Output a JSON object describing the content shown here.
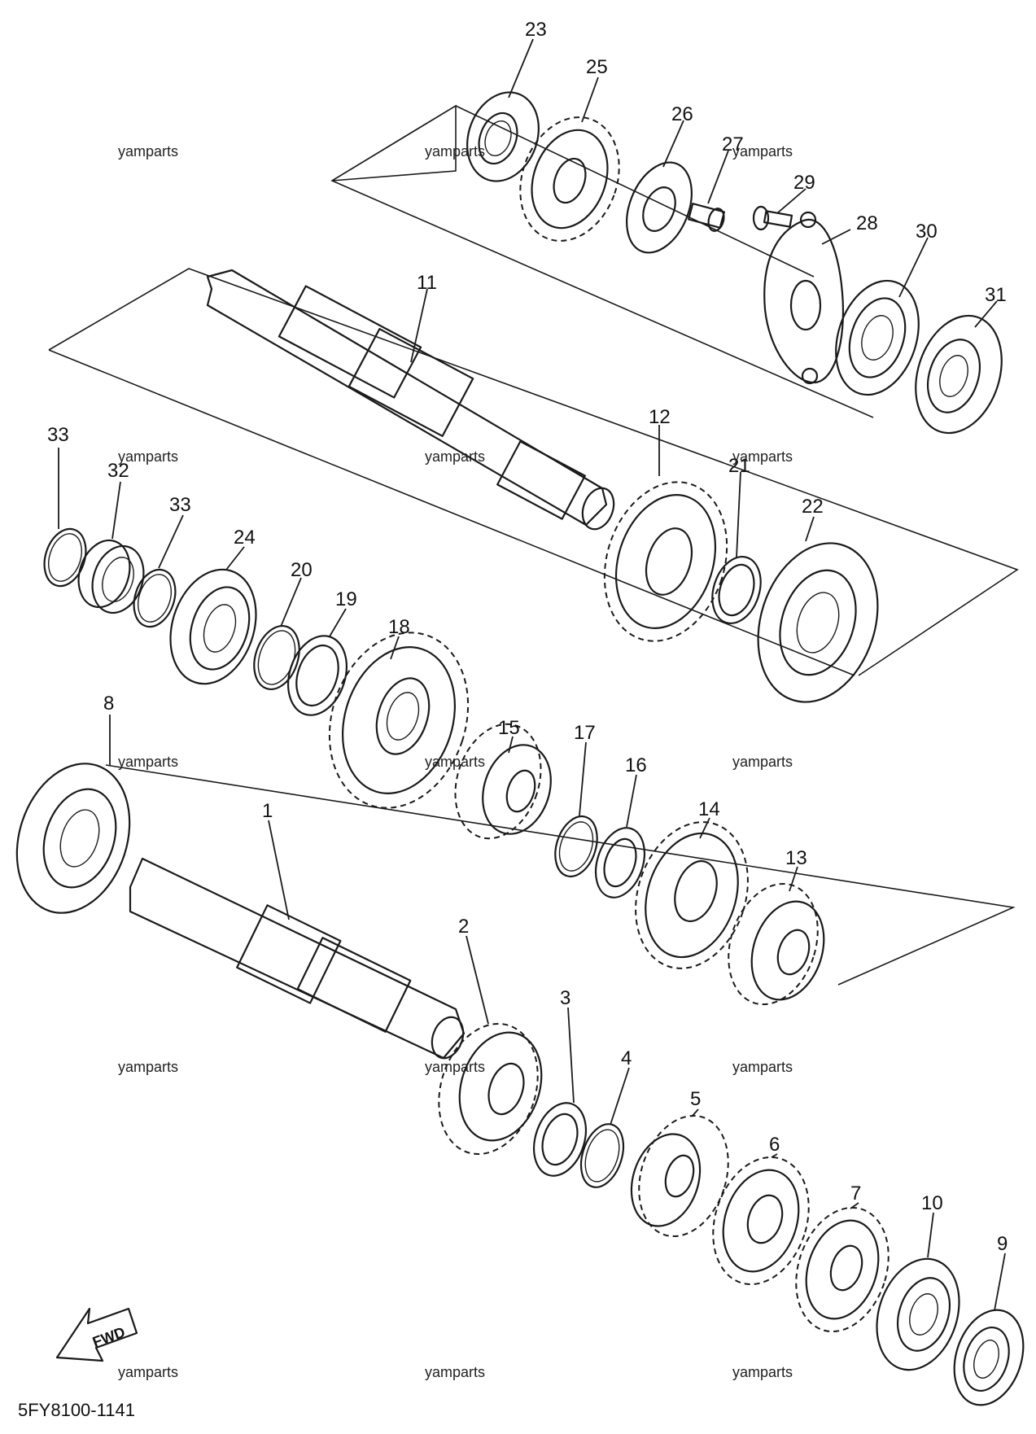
{
  "diagram_code": "5FY8100-1141",
  "fwd_label": "FWD",
  "watermark": "yamparts",
  "callouts": [
    "23",
    "25",
    "26",
    "27",
    "29",
    "28",
    "30",
    "31",
    "11",
    "12",
    "21",
    "22",
    "33",
    "32",
    "33",
    "24",
    "20",
    "19",
    "18",
    "15",
    "17",
    "16",
    "14",
    "13",
    "8",
    "1",
    "2",
    "3",
    "4",
    "5",
    "6",
    "7",
    "10",
    "9"
  ]
}
